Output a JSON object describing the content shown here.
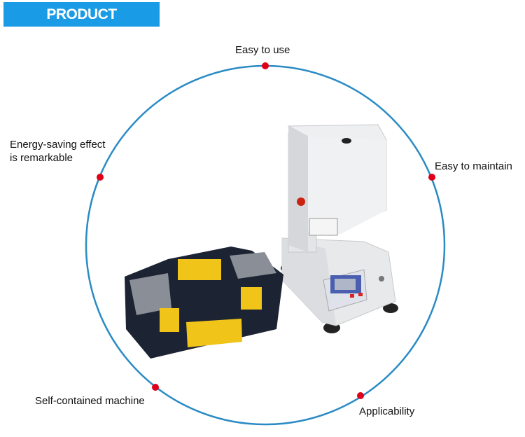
{
  "banner": {
    "title": "PRODUCT APPEARANCE",
    "color": "#1a9be6"
  },
  "features": [
    {
      "label": "Easy to use"
    },
    {
      "label_line1": "Energy-saving effect",
      "label_line2": "is remarkable"
    },
    {
      "label": "Easy to maintain"
    },
    {
      "label": "Self-contained machine"
    },
    {
      "label": "Applicability"
    }
  ],
  "colors": {
    "circle": "#2a8bc4",
    "dot": "#e00018",
    "toolbox": "#1c2333",
    "toolbox_accent": "#f0c419",
    "machine": "#e9eaec",
    "panel": "#4a5fb0"
  }
}
